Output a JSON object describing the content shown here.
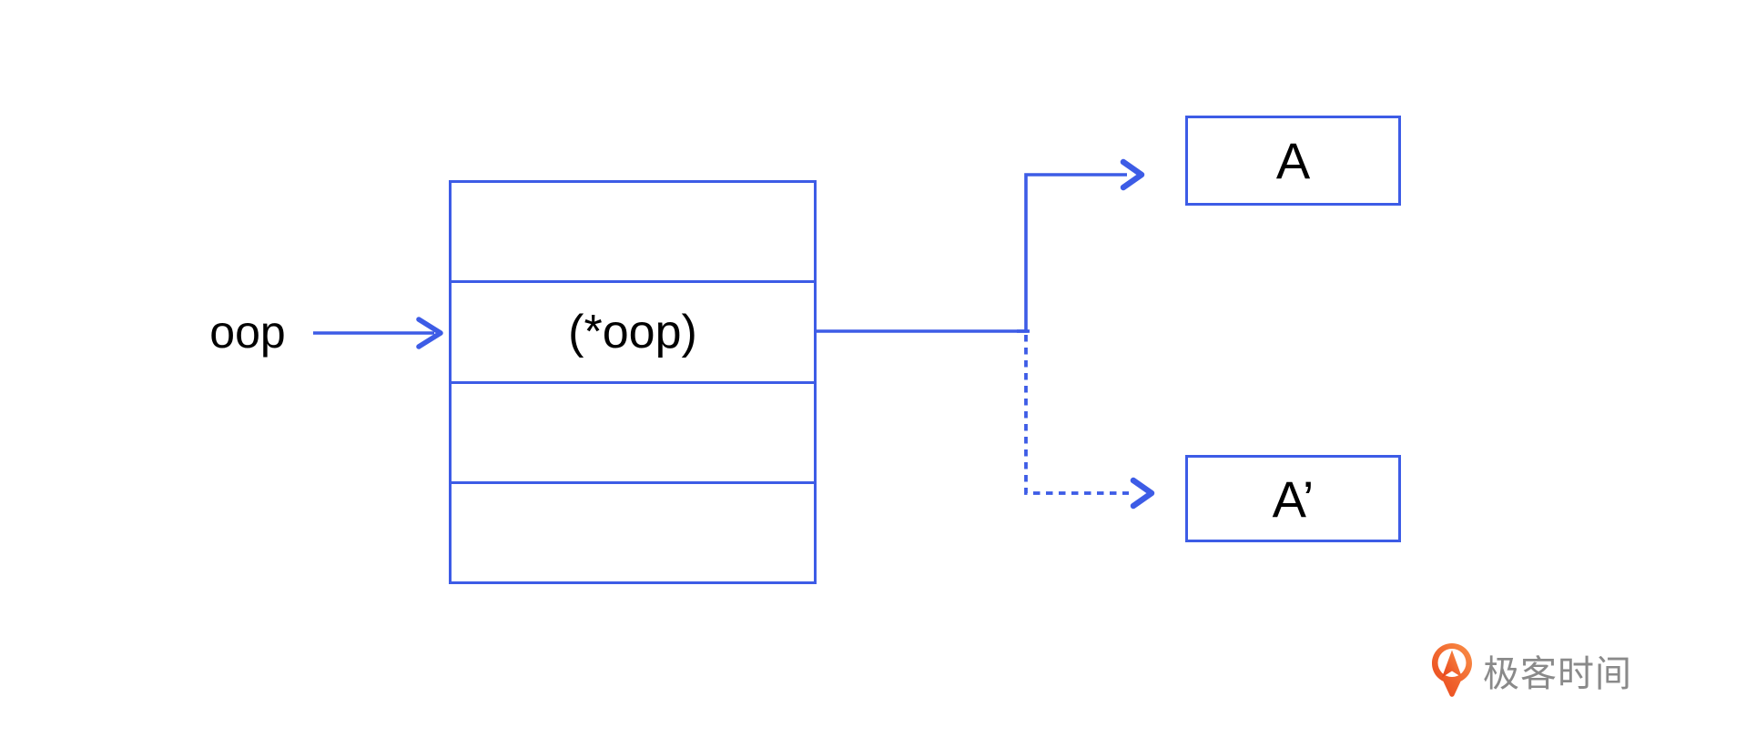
{
  "diagram": {
    "pointer_label": "oop",
    "handle_table": {
      "rows": [
        {
          "text": ""
        },
        {
          "text": "(*oop)"
        },
        {
          "text": ""
        },
        {
          "text": ""
        }
      ]
    },
    "object_box": {
      "label": "A"
    },
    "moved_object_box": {
      "label": "A’"
    },
    "connectors": {
      "pointer_to_table": "solid-arrow",
      "table_to_object_a": "solid-elbow-arrow",
      "table_to_object_a_prime": "dashed-elbow-arrow"
    },
    "colors": {
      "line_blue": "#3D5CE6",
      "label_black": "#000000",
      "background": "#FFFFFF"
    }
  },
  "branding": {
    "logo_text": "极客时间",
    "logo_icon": "geektime-pin-icon",
    "logo_text_gray": "#8A8A8A",
    "logo_orange_dark": "#E84118",
    "logo_orange_light": "#FA9048"
  }
}
